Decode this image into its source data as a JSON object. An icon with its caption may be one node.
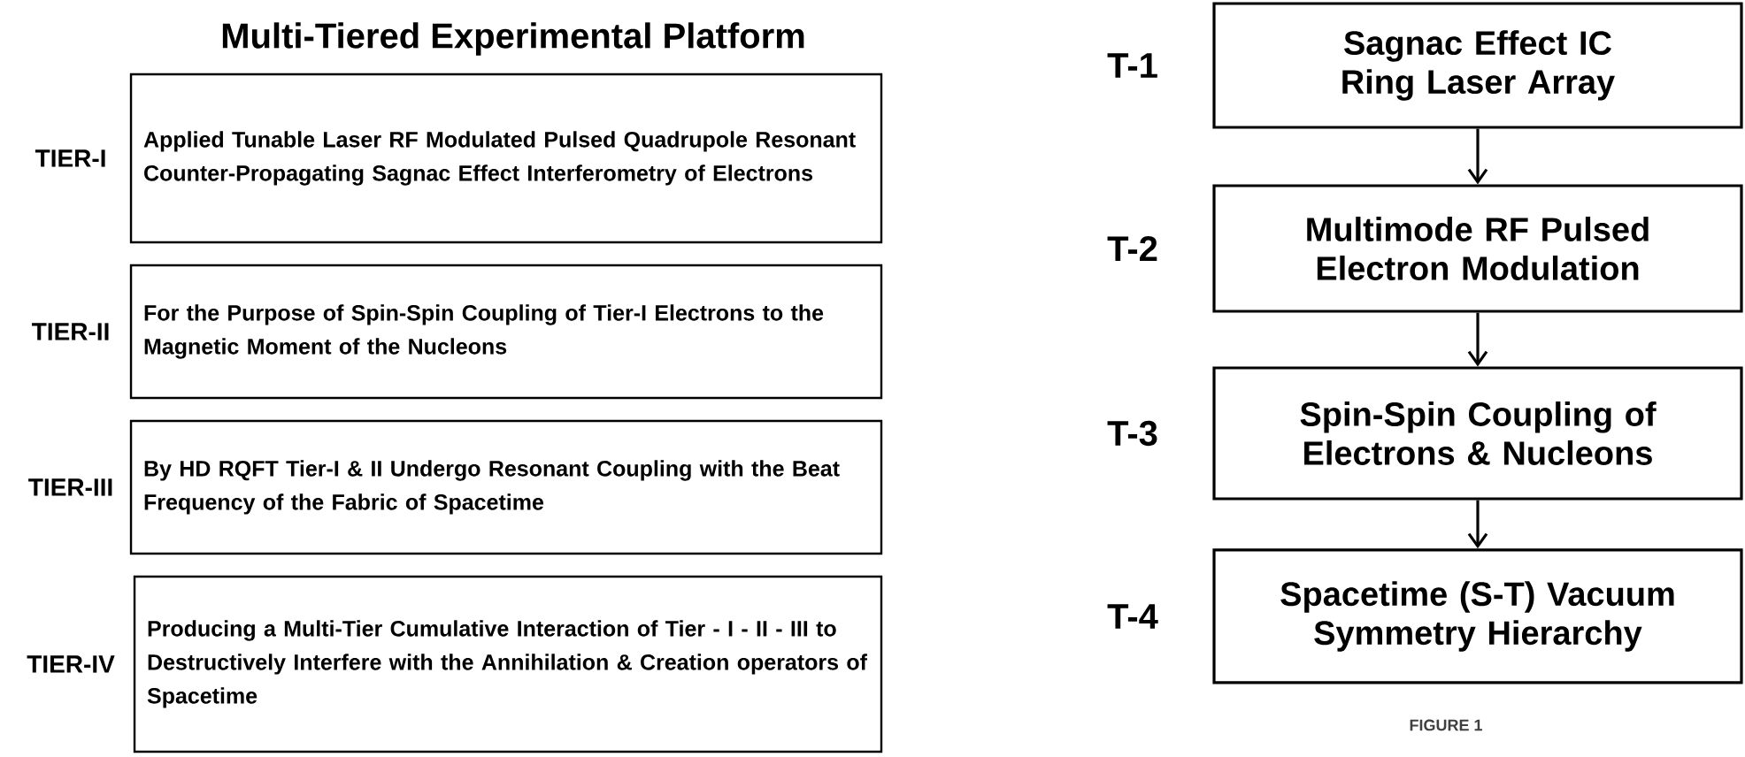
{
  "diagram": {
    "title": "Multi-Tiered Experimental Platform",
    "caption": "FIGURE 1",
    "nodes": [
      {
        "text": [
          "Applied Tunable Laser RF Modulated Pulsed Quadrupole Resonant Counter-Propagating Sagnac Effect Interferometry of Electrons"
        ],
        "beside": [
          "TIER-I"
        ]
      },
      {
        "text": [
          "For the Purpose of Spin-Spin Coupling of Tier-I Electrons to the Magnetic Moment of the Nucleons"
        ],
        "beside": [
          "TIER-II"
        ]
      },
      {
        "text": [
          "By HD RQFT Tier-I & II Undergo Resonant Coupling with the Beat Frequency of the Fabric of Spacetime"
        ],
        "beside": [
          "TIER-III"
        ]
      },
      {
        "text": [
          "Producing a Multi-Tier Cumulative Interaction of Tier - I - II - III to Destructively Interfere with the Annihilation & Creation operators of Spacetime"
        ],
        "beside": [
          "TIER-IV"
        ]
      },
      {
        "text": [
          "Sagnac Effect IC Ring Laser Array"
        ],
        "beside": [
          "T-1"
        ]
      },
      {
        "text": [
          "Multimode RF Pulsed Electron Modulation"
        ],
        "beside": [
          "T-2"
        ]
      },
      {
        "text": [
          "Spin-Spin Coupling of Electrons & Nucleons"
        ],
        "beside": [
          "T-3"
        ]
      },
      {
        "text": [
          "Spacetime (S-T) Vacuum Symmetry Hierarchy"
        ],
        "beside": [
          "T-4"
        ]
      }
    ],
    "edges": [
      {
        "from": 4,
        "to": 5,
        "arrow": "to"
      },
      {
        "from": 5,
        "to": 6,
        "arrow": "to"
      },
      {
        "from": 6,
        "to": 7,
        "arrow": "to"
      }
    ]
  }
}
